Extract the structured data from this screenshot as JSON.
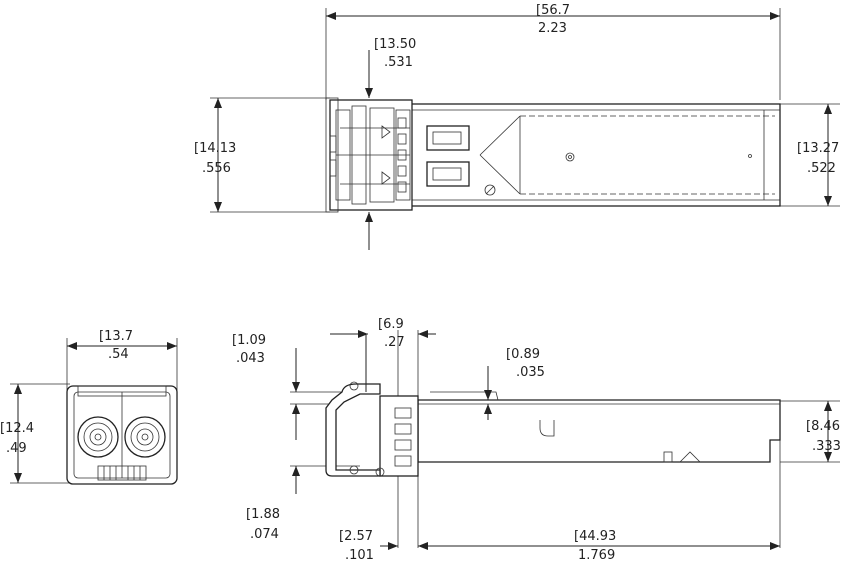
{
  "dimensions": {
    "overall_length": {
      "mm": "[56.7",
      "in": "2.23"
    },
    "latch_offset": {
      "mm": "[13.50",
      "in": ".531"
    },
    "top_width": {
      "mm": "[14.13",
      "in": ".556"
    },
    "body_width": {
      "mm": "[13.27",
      "in": ".522"
    },
    "front_width": {
      "mm": "[13.7",
      "in": ".54"
    },
    "front_height": {
      "mm": "[12.4",
      "in": ".49"
    },
    "bail_top": {
      "mm": "[1.09",
      "in": ".043"
    },
    "bail_depth": {
      "mm": "[6.9",
      "in": ".27"
    },
    "tab_height": {
      "mm": "[0.89",
      "in": ".035"
    },
    "body_height": {
      "mm": "[8.46",
      "in": ".333"
    },
    "bail_bottom": {
      "mm": "[1.88",
      "in": ".074"
    },
    "flange": {
      "mm": "[2.57",
      "in": ".101"
    },
    "body_length": {
      "mm": "[44.93",
      "in": "1.769"
    }
  }
}
